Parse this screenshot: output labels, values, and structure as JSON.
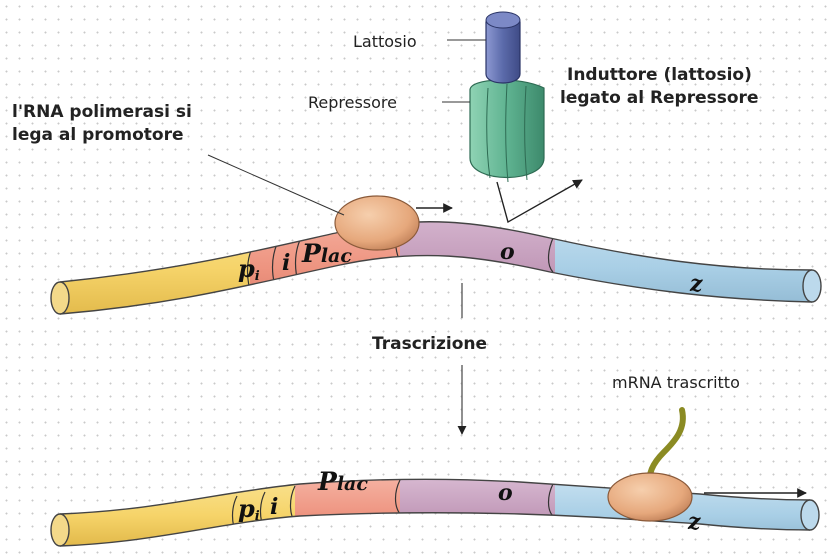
{
  "labels": {
    "lactose": "Lattosio",
    "repressor": "Repressore",
    "inducer_line1": "Induttore (lattosio)",
    "inducer_line2": "legato al Repressore",
    "rnap_line1": "l'RNA polimerasi si",
    "rnap_line2": "lega al promotore",
    "transcription": "Trascrizione",
    "mrna": "mRNA trascritto"
  },
  "genes": {
    "p": "p",
    "p_sub": "i",
    "i": "i",
    "plac": "P",
    "plac_sub": "lac",
    "o": "o",
    "z": "z"
  },
  "colors": {
    "yellow": "#f6d46a",
    "red": "#ee9480",
    "purple": "#c29ab9",
    "blue": "#a9cfe6",
    "polymerase": "#e6a87c",
    "repressor": "#5fb391",
    "lactose": "#5b6aaa",
    "mrna": "#8b8b23"
  }
}
